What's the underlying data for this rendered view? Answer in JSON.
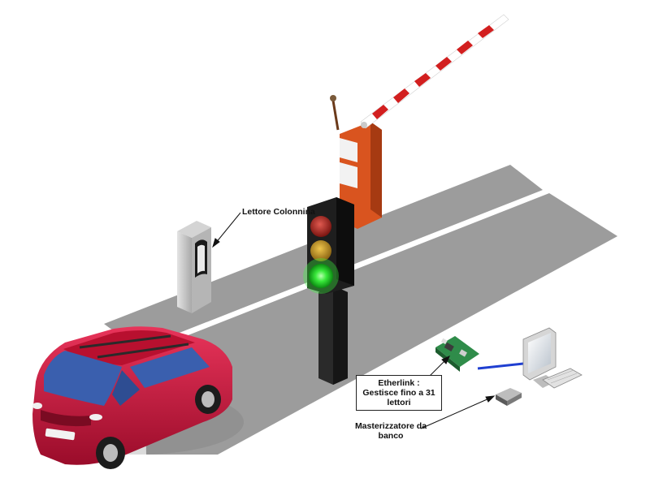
{
  "labels": {
    "column_reader": "Lettore Colonnina",
    "etherlink_line1": "Etherlink :",
    "etherlink_line2": "Gestisce fino a 31",
    "etherlink_line3": "lettori",
    "desk_writer_line1": "Masterizzatore da",
    "desk_writer_line2": "banco"
  },
  "colors": {
    "road": "#9c9c9c",
    "lane_stripe": "#ffffff",
    "car_body": "#c8143c",
    "car_window": "#3a5fae",
    "barrier_post": "#d9541f",
    "barrier_arm_red": "#d21f1f",
    "light_red": "#c0302a",
    "light_amber": "#c79a24",
    "light_green": "#22d12a",
    "network_cable": "#1f3fd1"
  }
}
